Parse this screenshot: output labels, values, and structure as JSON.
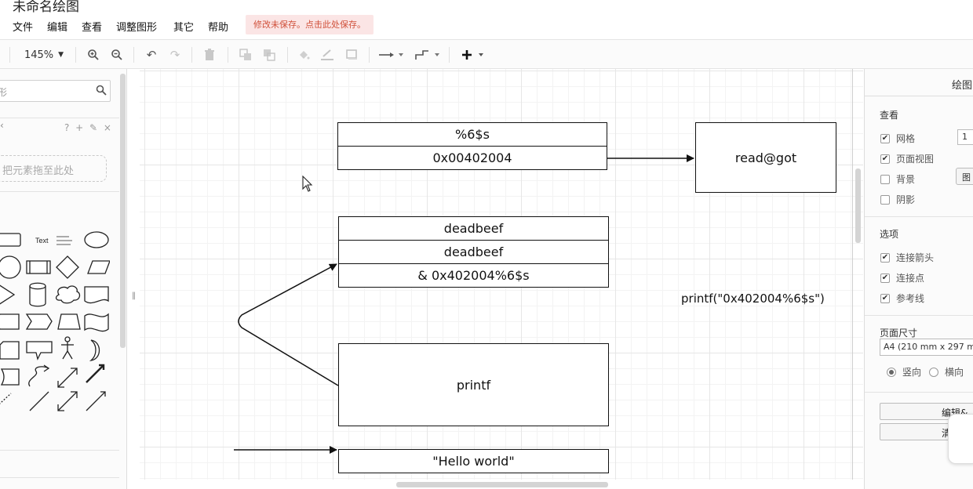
{
  "app": {
    "title": "未命名绘图"
  },
  "menu": {
    "items": [
      "文件",
      "编辑",
      "查看",
      "调整图形",
      "其它",
      "帮助"
    ],
    "unsaved_notice": "修改未保存。点击此处保存。"
  },
  "toolbar": {
    "zoom": "145%"
  },
  "sidebar": {
    "search_placeholder": "形",
    "section_icons": "? + ✎ ×",
    "drop_hint": "把元素拖至此处",
    "text_shape_label": "Text"
  },
  "diagram": {
    "top_table": [
      "%6$s",
      "0x00402004"
    ],
    "target_box": "read@got",
    "stack_table": [
      "deadbeef",
      "deadbeef",
      "& 0x402004%6$s"
    ],
    "annotation": "printf(\"0x402004%6$s\")",
    "func_box": "printf",
    "bottom_box": "\"Hello world\""
  },
  "right_panel": {
    "title": "绘图",
    "view_section": "查看",
    "view_options": [
      {
        "label": "网格",
        "checked": true
      },
      {
        "label": "页面视图",
        "checked": true
      },
      {
        "label": "背景",
        "checked": false
      },
      {
        "label": "阴影",
        "checked": false
      }
    ],
    "grid_size": "1",
    "bg_button": "图",
    "options_section": "选项",
    "options": [
      {
        "label": "连接箭头",
        "checked": true
      },
      {
        "label": "连接点",
        "checked": true
      },
      {
        "label": "参考线",
        "checked": true
      }
    ],
    "page_size_section": "页面尺寸",
    "page_size_value": "A4 (210 mm x 297 m",
    "orientation": [
      {
        "label": "竖向",
        "selected": true
      },
      {
        "label": "横向",
        "selected": false
      }
    ],
    "edit_button": "编辑&",
    "clear_button": "清除默认"
  },
  "icons": {
    "zoom_in": "zoom-in-icon",
    "zoom_out": "zoom-out-icon",
    "undo": "undo-icon",
    "redo": "redo-icon",
    "delete": "trash-icon",
    "to_front": "to-front-icon",
    "to_back": "to-back-icon",
    "fill": "fill-color-icon",
    "line": "line-color-icon",
    "shadow": "shadow-icon",
    "connection": "connection-arrow-icon",
    "waypoint": "waypoint-icon",
    "insert": "plus-icon"
  },
  "colors": {
    "notice_bg": "#fbe5e5",
    "notice_text": "#d0503a",
    "grid": "#e6e6e6",
    "stroke": "#111111"
  }
}
